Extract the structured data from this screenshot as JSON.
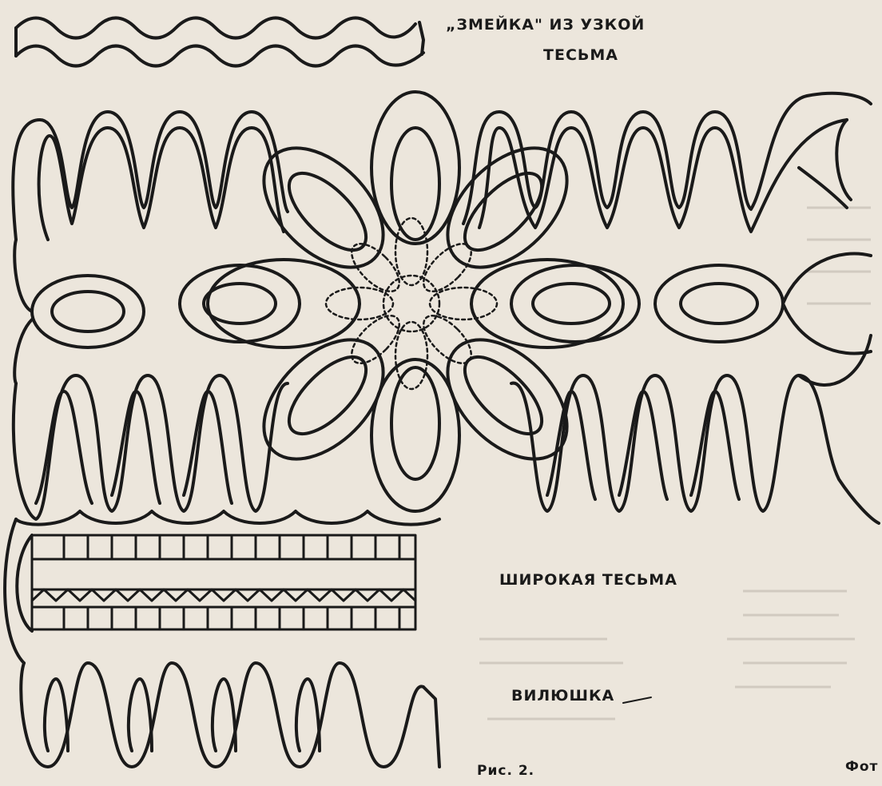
{
  "labels": {
    "zmeika_line1": "„ЗМЕЙКА\" ИЗ УЗКОЙ",
    "zmeika_line2": "ТЕСЬМА",
    "wide_braid": "ШИРОКАЯ ТЕСЬМА",
    "vilyushka": "ВИЛЮШКА",
    "figure": "Рис. 2.",
    "foto_partial": "Фот"
  },
  "colors": {
    "paper": "#ece6dc",
    "ink": "#1a1a1a"
  }
}
